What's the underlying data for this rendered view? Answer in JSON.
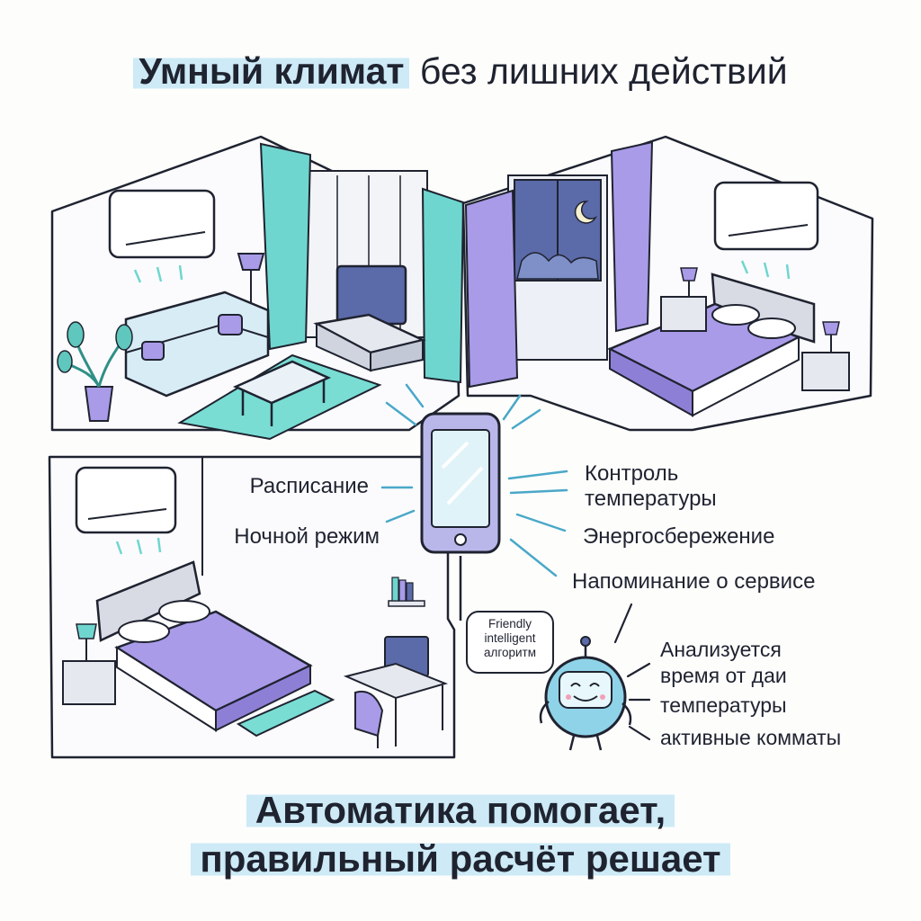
{
  "title": {
    "highlight": "Умный климат",
    "rest": " без лишних действий"
  },
  "left_labels": [
    "Расписание",
    "Ночной режим"
  ],
  "right_labels": [
    "Контроль",
    "температуры",
    "Энергосбережение",
    "Напоминание о сервисе"
  ],
  "bubble": [
    "Friendly",
    "intelligent",
    "алгоритм"
  ],
  "robot_labels": [
    "Анализуется",
    "время от даи",
    "температуры",
    "активные комматы"
  ],
  "bottom": [
    "Автоматика помогает,",
    "правильный расчёт решает"
  ],
  "colors": {
    "ink": "#1f2330",
    "teal": "#6fd6cf",
    "lavender": "#a99be8",
    "light_blue": "#cdeaf6",
    "night": "#5b6aa8"
  },
  "icons": [
    "air-conditioner-icon",
    "smartphone-icon",
    "robot-icon",
    "moon-icon",
    "plant-icon",
    "lamp-icon",
    "tv-icon"
  ]
}
